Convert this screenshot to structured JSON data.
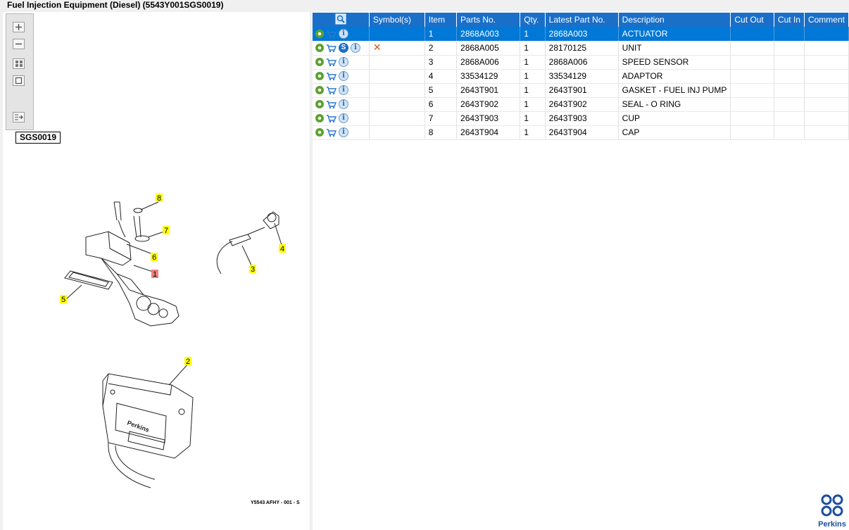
{
  "window": {
    "title": "Fuel Injection Equipment (Diesel) (5543Y001SGS0019)"
  },
  "illustration": {
    "sheet_id": "SGS0019",
    "reference": "Y5543 AFHY - 001 - S",
    "callouts": [
      "8",
      "7",
      "6",
      "1",
      "5",
      "4",
      "3",
      "2"
    ],
    "brand_on_part": "Perkins"
  },
  "toolbar": {
    "buttons": [
      "zoom-in",
      "zoom-out",
      "fit-page",
      "actual-size",
      "export"
    ]
  },
  "table": {
    "columns": [
      "Symbol(s)",
      "Item",
      "Parts No.",
      "Qty.",
      "Latest Part No.",
      "Description",
      "Cut Out",
      "Cut In",
      "Comment"
    ],
    "rows": [
      {
        "item": "1",
        "parts_no": "2868A003",
        "qty": "1",
        "latest_part_no": "2868A003",
        "description": "ACTUATOR",
        "cut_out": "",
        "cut_in": "",
        "comment": "",
        "superseded": false,
        "symbol": "",
        "selected": true
      },
      {
        "item": "2",
        "parts_no": "2868A005",
        "qty": "1",
        "latest_part_no": "28170125",
        "description": "UNIT",
        "cut_out": "",
        "cut_in": "",
        "comment": "",
        "superseded": true,
        "symbol": "✕",
        "selected": false
      },
      {
        "item": "3",
        "parts_no": "2868A006",
        "qty": "1",
        "latest_part_no": "2868A006",
        "description": "SPEED SENSOR",
        "cut_out": "",
        "cut_in": "",
        "comment": "",
        "superseded": false,
        "symbol": "",
        "selected": false
      },
      {
        "item": "4",
        "parts_no": "33534129",
        "qty": "1",
        "latest_part_no": "33534129",
        "description": "ADAPTOR",
        "cut_out": "",
        "cut_in": "",
        "comment": "",
        "superseded": false,
        "symbol": "",
        "selected": false
      },
      {
        "item": "5",
        "parts_no": "2643T901",
        "qty": "1",
        "latest_part_no": "2643T901",
        "description": "GASKET - FUEL INJ PUMP",
        "cut_out": "",
        "cut_in": "",
        "comment": "",
        "superseded": false,
        "symbol": "",
        "selected": false
      },
      {
        "item": "6",
        "parts_no": "2643T902",
        "qty": "1",
        "latest_part_no": "2643T902",
        "description": "SEAL - O RING",
        "cut_out": "",
        "cut_in": "",
        "comment": "",
        "superseded": false,
        "symbol": "",
        "selected": false
      },
      {
        "item": "7",
        "parts_no": "2643T903",
        "qty": "1",
        "latest_part_no": "2643T903",
        "description": "CUP",
        "cut_out": "",
        "cut_in": "",
        "comment": "",
        "superseded": false,
        "symbol": "",
        "selected": false
      },
      {
        "item": "8",
        "parts_no": "2643T904",
        "qty": "1",
        "latest_part_no": "2643T904",
        "description": "CAP",
        "cut_out": "",
        "cut_in": "",
        "comment": "",
        "superseded": false,
        "symbol": "",
        "selected": false
      }
    ]
  },
  "colors": {
    "header_blue": "#1a6fc9",
    "selected_row": "#0078d7",
    "callout_yellow": "#ffff00",
    "callout_highlight": "#f08080",
    "brand_blue": "#1c4f9c"
  },
  "brand": {
    "logo_text": "Perkins"
  }
}
